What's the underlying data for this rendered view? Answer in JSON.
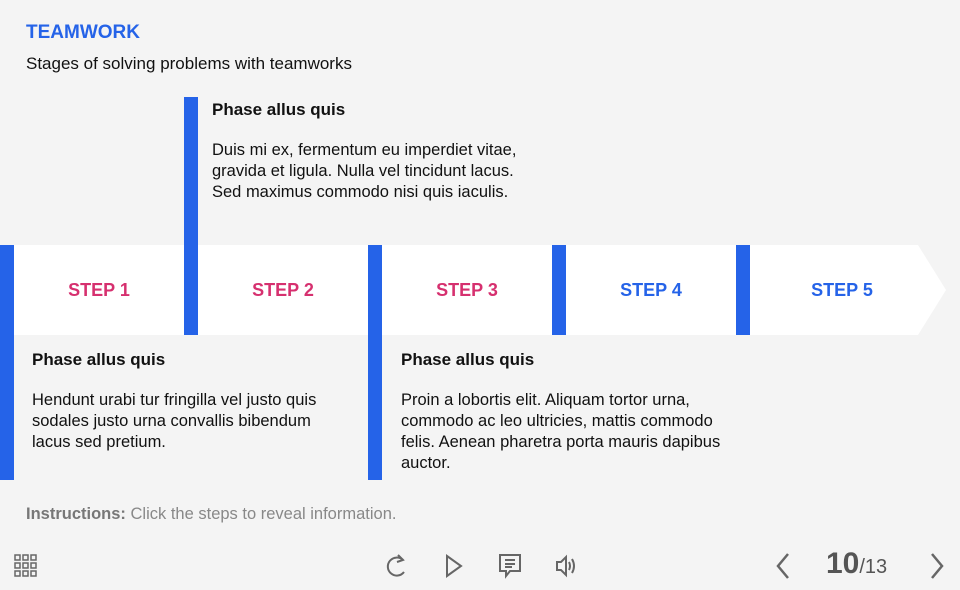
{
  "header": {
    "title": "TEAMWORK",
    "subtitle": "Stages of solving problems with teamworks"
  },
  "steps": [
    {
      "label": "STEP 1",
      "color": "#d6306f"
    },
    {
      "label": "STEP 2",
      "color": "#d6306f"
    },
    {
      "label": "STEP 3",
      "color": "#d6306f"
    },
    {
      "label": "STEP 4",
      "color": "#2563e8"
    },
    {
      "label": "STEP 5",
      "color": "#2563e8"
    }
  ],
  "panels": [
    {
      "heading": "Phase allus quis",
      "body": "Hendunt urabi tur fringilla vel justo quis sodales justo urna convallis bibendum lacus sed pretium."
    },
    {
      "heading": "Phase allus quis",
      "body": "Duis mi ex, fermentum eu imperdiet vitae, gravida et ligula. Nulla vel tincidunt lacus. Sed maximus commodo nisi quis iaculis."
    },
    {
      "heading": "Phase allus quis",
      "body": "Proin a lobortis elit. Aliquam tortor urna, commodo ac leo ultricies, mattis commodo felis. Aenean pharetra porta mauris dapibus auctor."
    }
  ],
  "instructions": {
    "label": "Instructions:",
    "text": " Click the steps to reveal information."
  },
  "footer": {
    "current": "10",
    "total": "/13"
  }
}
